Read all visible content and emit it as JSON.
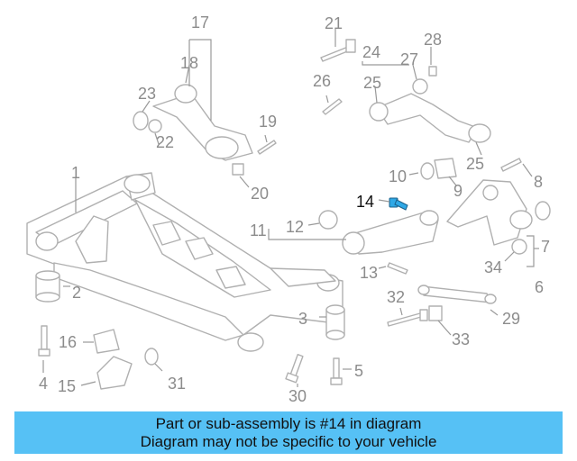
{
  "diagram": {
    "callouts": [
      "1",
      "2",
      "3",
      "4",
      "5",
      "6",
      "7",
      "8",
      "9",
      "10",
      "11",
      "12",
      "13",
      "14",
      "15",
      "16",
      "17",
      "18",
      "19",
      "20",
      "21",
      "22",
      "23",
      "24",
      "25",
      "25",
      "26",
      "27",
      "28",
      "29",
      "30",
      "31",
      "32",
      "33",
      "34"
    ],
    "highlighted_callout": "14",
    "highlight_color": "#2fa8e6"
  },
  "caption": {
    "line1": "Part or sub-assembly is #14 in diagram",
    "line2": "Diagram may not be specific to your vehicle",
    "background_color": "#56c1f5"
  }
}
